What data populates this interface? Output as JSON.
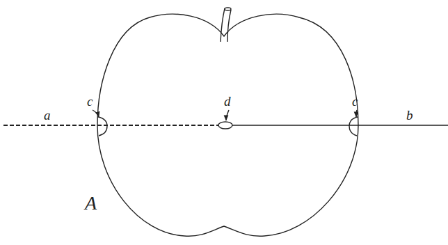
{
  "diagram": {
    "labels": [
      "a",
      "c",
      "d",
      "c",
      "b",
      "A"
    ]
  }
}
